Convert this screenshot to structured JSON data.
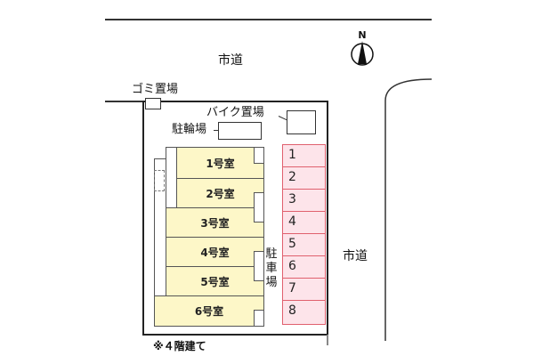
{
  "roads": {
    "north_label": "市道",
    "east_label": "市道"
  },
  "compass": {
    "label": "N"
  },
  "facilities": {
    "garbage": "ゴミ置場",
    "bike": "バイク置場",
    "bicycle": "駐輪場",
    "parking_label": "駐車場",
    "parking_chars": [
      "駐",
      "車",
      "場"
    ]
  },
  "units": [
    {
      "label": "1号室"
    },
    {
      "label": "2号室"
    },
    {
      "label": "3号室"
    },
    {
      "label": "4号室"
    },
    {
      "label": "5号室"
    },
    {
      "label": "6号室"
    }
  ],
  "parking_spaces": [
    "1",
    "2",
    "3",
    "4",
    "5",
    "6",
    "7",
    "8"
  ],
  "note": "※４階建て",
  "colors": {
    "unit_fill": "#fdf7c8",
    "parking_fill": "#fde4ea",
    "parking_border": "#e0606e"
  }
}
